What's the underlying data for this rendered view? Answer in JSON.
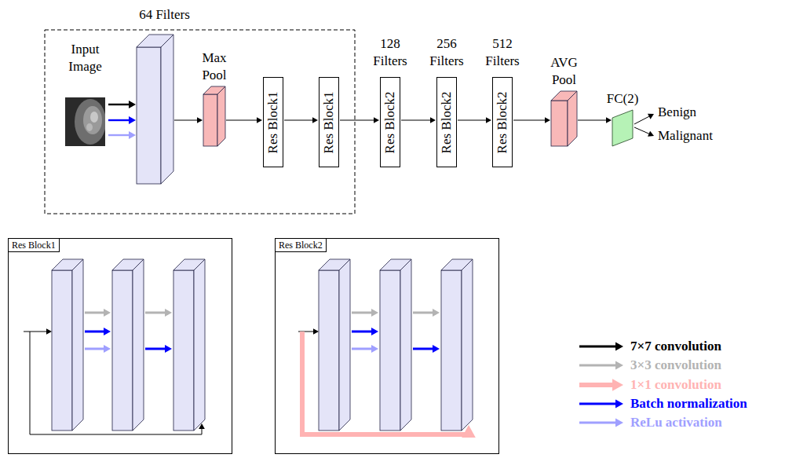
{
  "diagram": {
    "nodes": [
      {
        "text": [
          "Input Image"
        ]
      },
      {
        "text": [
          "64 Filters"
        ]
      },
      {
        "text": [
          "Max Pool"
        ]
      },
      {
        "text": [
          "Res Block1"
        ]
      },
      {
        "text": [
          "Res Block1"
        ]
      },
      {
        "text": [
          "128 Filters",
          "Res Block2"
        ]
      },
      {
        "text": [
          "256 Filters",
          "Res Block2"
        ]
      },
      {
        "text": [
          "512 Filters",
          "Res Block2"
        ]
      },
      {
        "text": [
          "AVG Pool"
        ]
      },
      {
        "text": [
          "FC(2)"
        ]
      },
      {
        "text": [
          "Res Block1"
        ]
      },
      {
        "text": [
          "Res Block2"
        ]
      }
    ],
    "edges": [
      {
        "from": 0,
        "to": 1,
        "arrow": "to"
      },
      {
        "from": 0,
        "to": 1,
        "arrow": "to"
      },
      {
        "from": 0,
        "to": 1,
        "arrow": "to"
      },
      {
        "from": 1,
        "to": 2,
        "arrow": "to"
      },
      {
        "from": 2,
        "to": 3,
        "arrow": "to"
      },
      {
        "from": 3,
        "to": 4,
        "arrow": "to"
      },
      {
        "from": 4,
        "to": 5,
        "arrow": "to"
      },
      {
        "from": 5,
        "to": 6,
        "arrow": "to"
      },
      {
        "from": 6,
        "to": 7,
        "arrow": "to"
      },
      {
        "from": 7,
        "to": 8,
        "arrow": "to"
      },
      {
        "from": 8,
        "to": 9,
        "arrow": "to"
      }
    ],
    "labels": [
      "Benign",
      "Malignant"
    ],
    "legend": [
      {
        "text": "7×7 convolution"
      },
      {
        "text": "3×3 convolution"
      },
      {
        "text": "1×1 convolution"
      },
      {
        "text": "Batch normalization"
      },
      {
        "text": "ReLu activation"
      }
    ]
  }
}
